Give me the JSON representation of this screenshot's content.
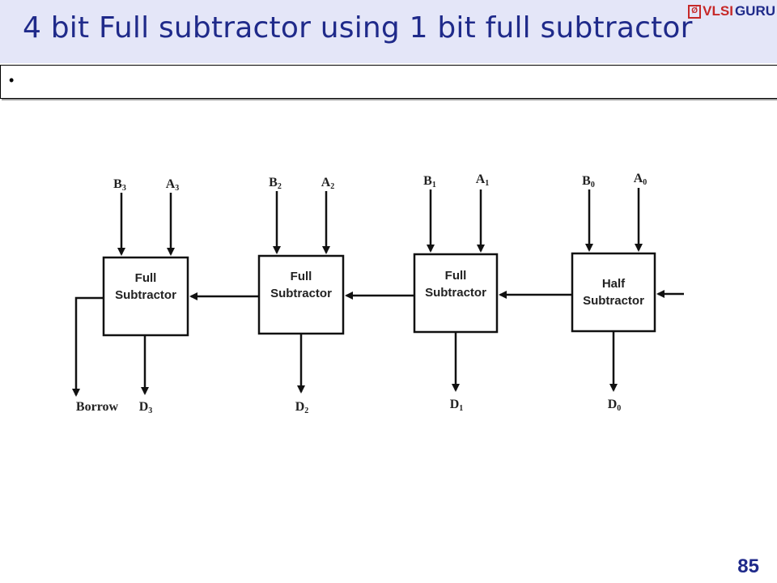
{
  "slide": {
    "title": "4 bit Full subtractor using 1 bit full subtractor",
    "bullet": "•",
    "page_number": "85"
  },
  "logo": {
    "mark": "Ø",
    "vlsi": "VLSI",
    "guru": "GURU"
  },
  "diagram": {
    "blocks": [
      {
        "line1": "Full",
        "line2": "Subtractor",
        "input_b": "B",
        "input_a": "A",
        "output_d": "D",
        "index": "3"
      },
      {
        "line1": "Full",
        "line2": "Subtractor",
        "input_b": "B",
        "input_a": "A",
        "output_d": "D",
        "index": "2"
      },
      {
        "line1": "Full",
        "line2": "Subtractor",
        "input_b": "B",
        "input_a": "A",
        "output_d": "D",
        "index": "1"
      },
      {
        "line1": "Half",
        "line2": "Subtractor",
        "input_b": "B",
        "input_a": "A",
        "output_d": "D",
        "index": "0"
      }
    ],
    "borrow_label": "Borrow"
  }
}
